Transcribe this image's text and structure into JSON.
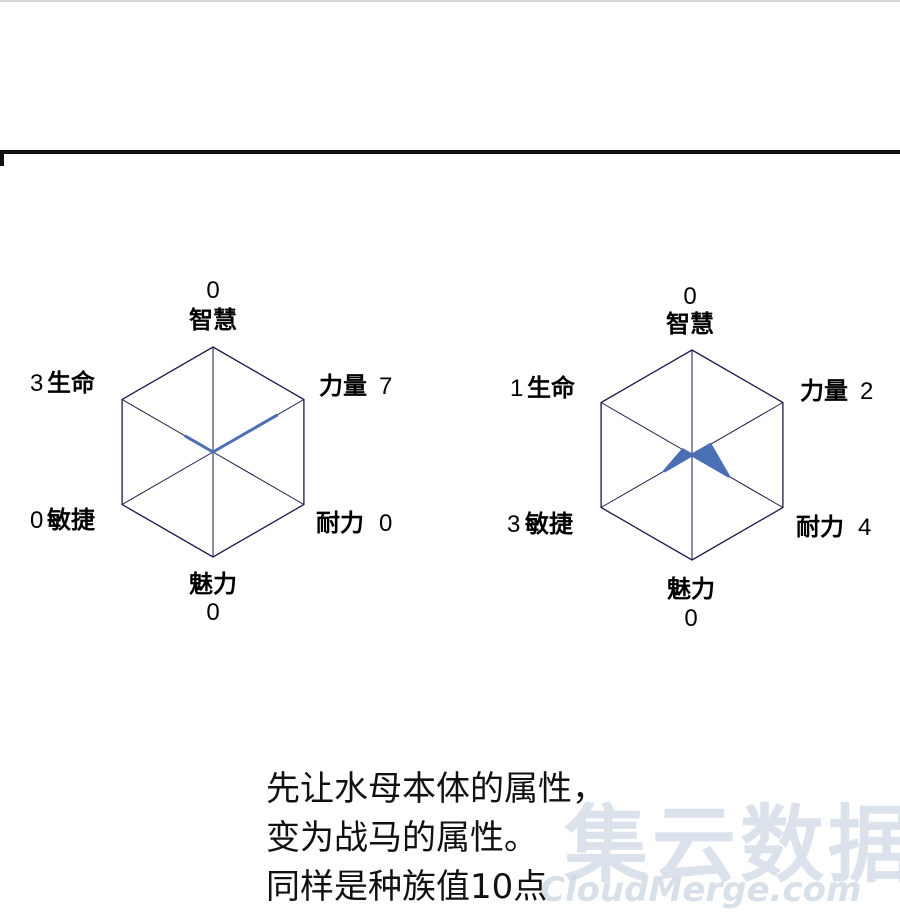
{
  "charts": [
    {
      "life": {
        "value": "3",
        "label": "生命"
      },
      "wisdom": {
        "value": "0",
        "label": "智慧"
      },
      "strength": {
        "value": "7",
        "label": "力量"
      },
      "agility": {
        "value": "0",
        "label": "敏捷"
      },
      "endurance": {
        "value": "0",
        "label": "耐力"
      },
      "charm": {
        "value": "0",
        "label": "魅力"
      }
    },
    {
      "life": {
        "value": "1",
        "label": "生命"
      },
      "wisdom": {
        "value": "0",
        "label": "智慧"
      },
      "strength": {
        "value": "2",
        "label": "力量"
      },
      "agility": {
        "value": "3",
        "label": "敏捷"
      },
      "endurance": {
        "value": "4",
        "label": "耐力"
      },
      "charm": {
        "value": "0",
        "label": "魅力"
      }
    }
  ],
  "caption": {
    "line1": "先让水母本体的属性，",
    "line2": "变为战马的属性。",
    "line3": "同样是种族值10点"
  },
  "watermark": {
    "cn": "集云数据",
    "en": "CloudMerge.com"
  },
  "colors": {
    "axis_line": "#1a1a4a",
    "fill": "#4a6fb5"
  },
  "chart_data": [
    {
      "type": "radar",
      "axes": [
        "智慧",
        "力量",
        "耐力",
        "魅力",
        "敏捷",
        "生命"
      ],
      "values": [
        0,
        7,
        0,
        0,
        0,
        3
      ]
    },
    {
      "type": "radar",
      "axes": [
        "智慧",
        "力量",
        "耐力",
        "魅力",
        "敏捷",
        "生命"
      ],
      "values": [
        0,
        2,
        4,
        0,
        3,
        1
      ]
    }
  ]
}
